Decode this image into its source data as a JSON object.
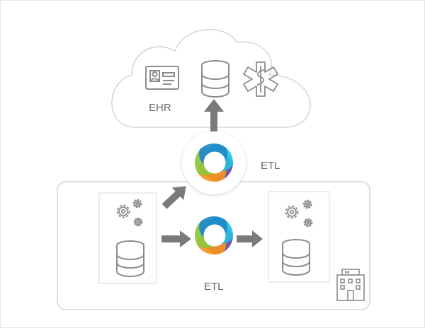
{
  "labels": {
    "ehr": "EHR",
    "etl_top": "ETL",
    "etl_bottom": "ETL"
  },
  "icons": {
    "ehr_card": "id-card-icon",
    "cloud_database": "database-icon",
    "star_of_life": "star-of-life-icon",
    "gears": "gears-icon",
    "database": "database-icon",
    "hospital": "hospital-building-icon",
    "etl_logo": "etl-ring-logo"
  },
  "colors": {
    "outline": "#cfcfcf",
    "icon_stroke": "#8c8c8c",
    "arrow": "#7a7a7a",
    "text": "#666666",
    "logo_blue": "#1e88c9",
    "logo_cyan": "#23c0e0",
    "logo_green": "#8dc63f",
    "logo_orange": "#f7941d",
    "logo_purple": "#6a4c9c"
  }
}
